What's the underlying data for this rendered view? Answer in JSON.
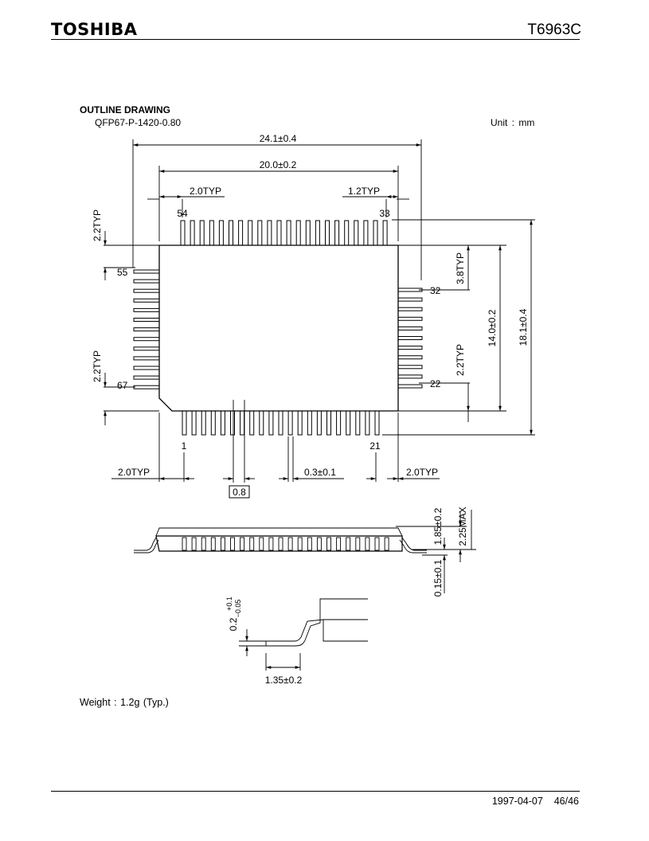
{
  "header": {
    "brand": "TOSHIBA",
    "part_number": "T6963C"
  },
  "section": {
    "title": "OUTLINE DRAWING",
    "package": "QFP67-P-1420-0.80",
    "unit": "Unit : mm"
  },
  "dimensions": {
    "overall_width": "24.1±0.4",
    "body_width": "20.0±0.2",
    "top_pitch_left": "2.0TYP",
    "top_pitch_right": "1.2TYP",
    "left_top_offset": "2.2TYP",
    "left_bottom_offset": "2.2TYP",
    "right_top_offset": "3.8TYP",
    "right_bottom_offset": "2.2TYP",
    "body_height": "14.0±0.2",
    "overall_height": "18.1±0.4",
    "bottom_left_pitch": "2.0TYP",
    "pin_pitch": "0.8",
    "lead_width": "0.3±0.1",
    "bottom_right_pitch": "2.0TYP",
    "body_thickness": "1.85±0.2",
    "max_height": "2.25MAX",
    "standoff": "0.15±0.1",
    "lead_thickness": "0.2",
    "lead_thickness_tol_plus": "+0.1",
    "lead_thickness_tol_minus": "−0.05",
    "lead_foot_length": "1.35±0.2"
  },
  "pins": {
    "top_left": "54",
    "top_right": "33",
    "left_top": "55",
    "left_bottom": "67",
    "right_top": "32",
    "right_bottom": "22",
    "bottom_left": "1",
    "bottom_right": "21"
  },
  "weight": "Weight : 1.2g (Typ.)",
  "footer": {
    "date": "1997-04-07",
    "page": "46/46"
  }
}
